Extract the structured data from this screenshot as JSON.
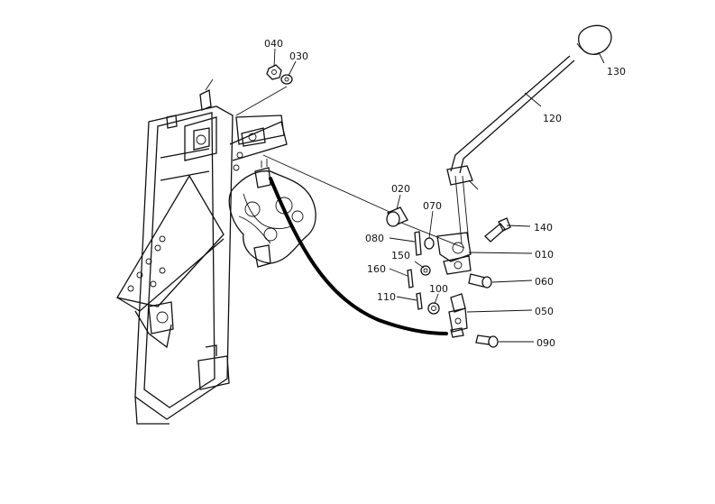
{
  "diagram": {
    "labels": {
      "p040": "040",
      "p030": "030",
      "p130": "130",
      "p120": "120",
      "p020": "020",
      "p070": "070",
      "p140": "140",
      "p080": "080",
      "p010": "010",
      "p150": "150",
      "p160": "160",
      "p060": "060",
      "p110": "110",
      "p100": "100",
      "p050": "050",
      "p090": "090"
    }
  }
}
